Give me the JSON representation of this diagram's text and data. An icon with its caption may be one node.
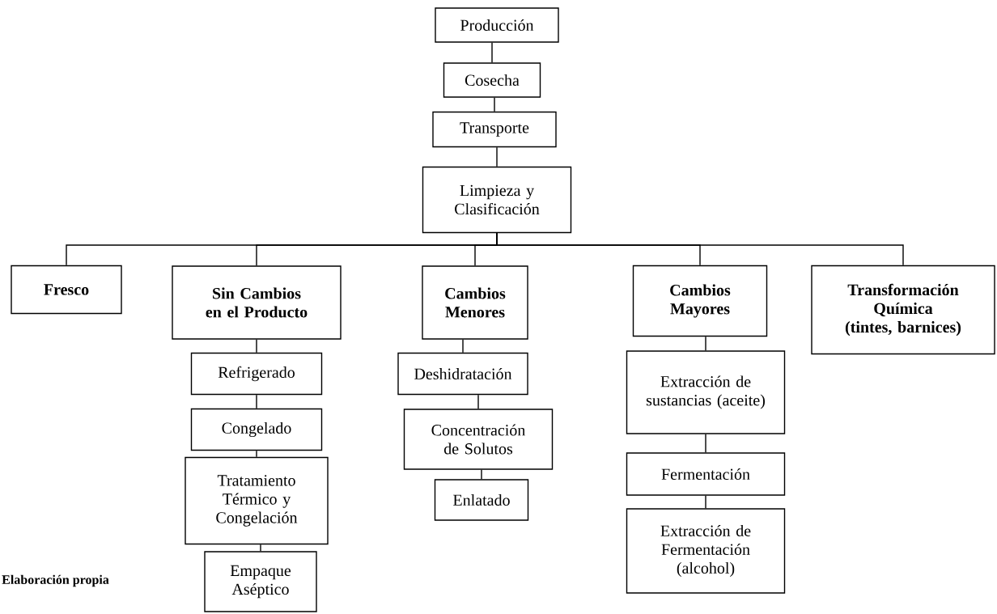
{
  "diagram": {
    "nodes": [
      {
        "text": [
          "Producción"
        ]
      },
      {
        "text": [
          "Cosecha"
        ]
      },
      {
        "text": [
          "Transporte"
        ]
      },
      {
        "text": [
          "Limpieza y Clasificación"
        ]
      },
      {
        "text": [
          "Fresco"
        ]
      },
      {
        "text": [
          "Sin Cambios en el Producto"
        ]
      },
      {
        "text": [
          "Cambios Menores"
        ]
      },
      {
        "text": [
          "Cambios Mayores"
        ]
      },
      {
        "text": [
          "Transformación Química",
          "(tintes, barnices)"
        ]
      },
      {
        "text": [
          "Refrigerado"
        ]
      },
      {
        "text": [
          "Congelado"
        ]
      },
      {
        "text": [
          "Tratamiento Térmico y Congelación"
        ]
      },
      {
        "text": [
          "Empaque Aséptico"
        ]
      },
      {
        "text": [
          "Deshidratación"
        ]
      },
      {
        "text": [
          "Concentración de Solutos"
        ]
      },
      {
        "text": [
          "Enlatado"
        ]
      },
      {
        "text": [
          "Extracción de sustancias (aceite)"
        ]
      },
      {
        "text": [
          "Fermentación"
        ]
      },
      {
        "text": [
          "Extracción de Fermentación (alcohol)"
        ]
      }
    ],
    "edges": [
      {
        "from": 0,
        "to": 1,
        "arrow": "none"
      },
      {
        "from": 1,
        "to": 2,
        "arrow": "none"
      },
      {
        "from": 2,
        "to": 3,
        "arrow": "none"
      },
      {
        "from": 3,
        "to": 4,
        "arrow": "none"
      },
      {
        "from": 3,
        "to": 5,
        "arrow": "none"
      },
      {
        "from": 3,
        "to": 6,
        "arrow": "none"
      },
      {
        "from": 3,
        "to": 7,
        "arrow": "none"
      },
      {
        "from": 3,
        "to": 8,
        "arrow": "none"
      },
      {
        "from": 5,
        "to": 9,
        "arrow": "none"
      },
      {
        "from": 9,
        "to": 10,
        "arrow": "none"
      },
      {
        "from": 10,
        "to": 11,
        "arrow": "none"
      },
      {
        "from": 11,
        "to": 12,
        "arrow": "none"
      },
      {
        "from": 6,
        "to": 13,
        "arrow": "none"
      },
      {
        "from": 13,
        "to": 14,
        "arrow": "none"
      },
      {
        "from": 14,
        "to": 15,
        "arrow": "none"
      },
      {
        "from": 7,
        "to": 16,
        "arrow": "none"
      },
      {
        "from": 16,
        "to": 17,
        "arrow": "none"
      },
      {
        "from": 17,
        "to": 18,
        "arrow": "none"
      }
    ],
    "labels": [
      "Elaboración propia"
    ]
  }
}
